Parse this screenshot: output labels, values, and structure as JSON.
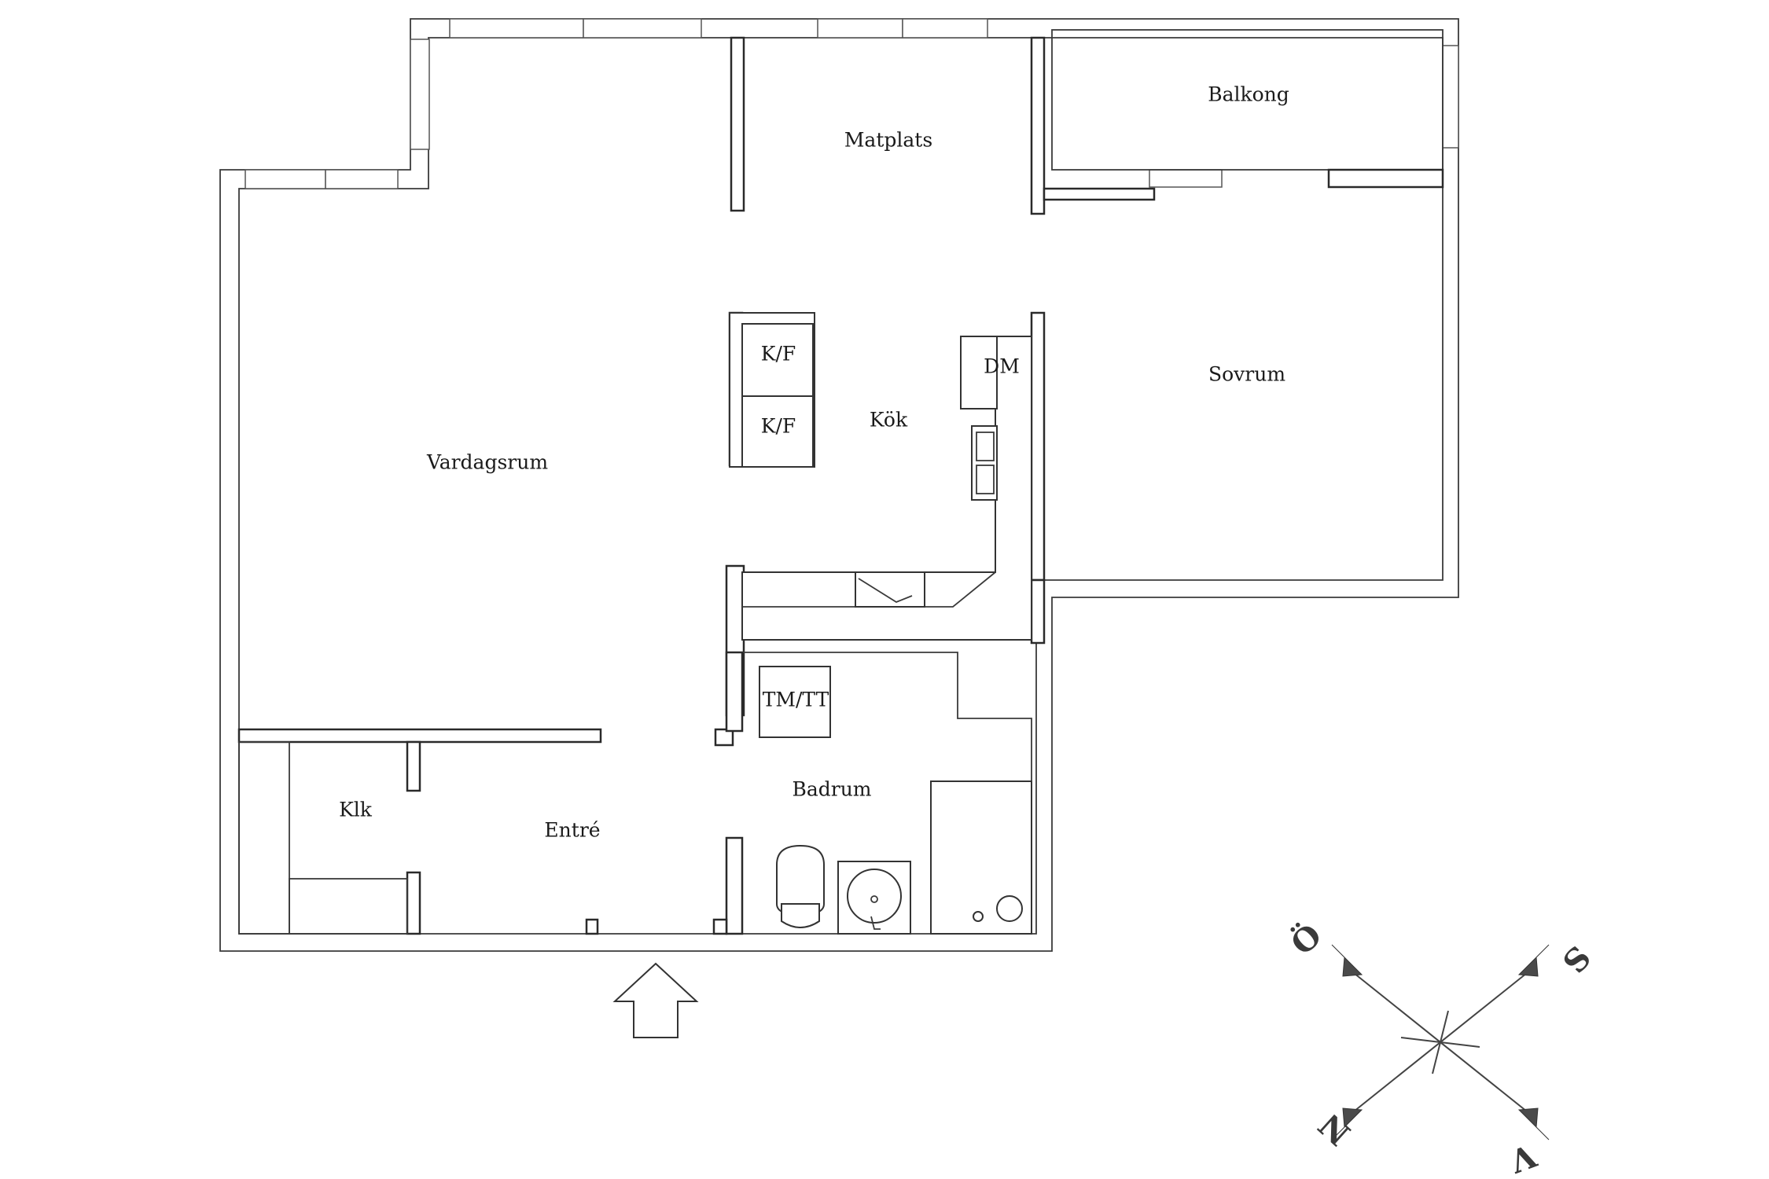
{
  "rooms": {
    "balkong": "Balkong",
    "matplats": "Matplats",
    "sovrum": "Sovrum",
    "kok": "Kök",
    "vardagsrum": "Vardagsrum",
    "badrum": "Badrum",
    "klk": "Klk",
    "entre": "Entré"
  },
  "fixtures": {
    "kf_top": "K/F",
    "kf_bottom": "K/F",
    "dm": "DM",
    "tm_tt": "TM/TT"
  },
  "compass": {
    "north": "N",
    "south": "S",
    "east": "Ö",
    "west": "V"
  },
  "colors": {
    "wall": "#2a2a2a",
    "background": "#ffffff",
    "compass": "#4a4a4a"
  }
}
